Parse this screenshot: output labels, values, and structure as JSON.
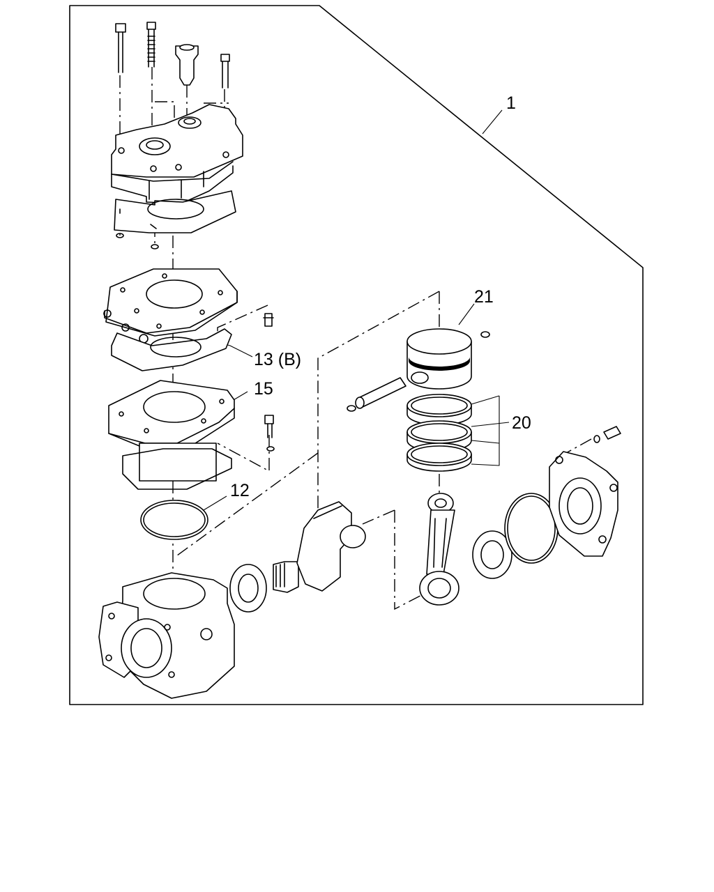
{
  "callouts": {
    "c1": "1",
    "c21": "21",
    "c13": "13 (B)",
    "c15": "15",
    "c20": "20",
    "c12": "12"
  }
}
